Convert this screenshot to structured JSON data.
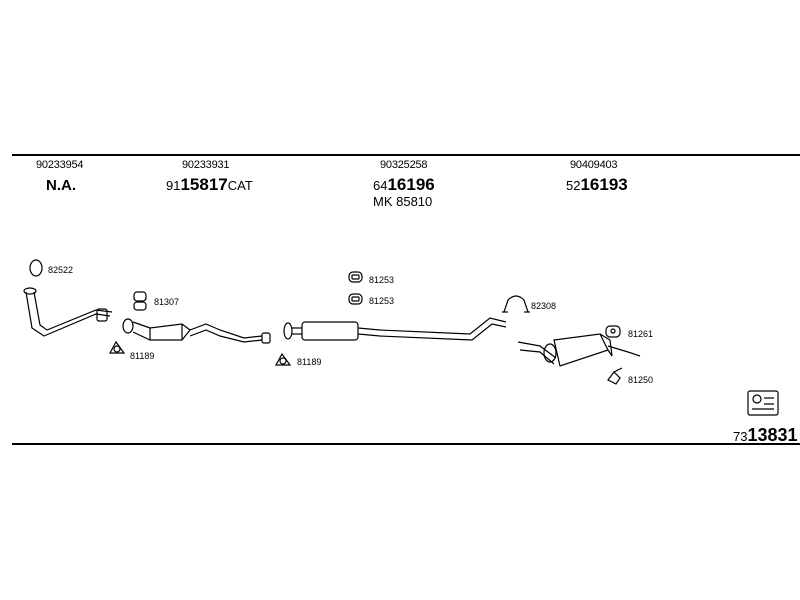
{
  "header": {
    "col1": {
      "oe": "90233954",
      "part": "N.A."
    },
    "col2": {
      "oe": "90233931",
      "part_prefix": "91",
      "part_main": "15817",
      "part_suffix": "CAT"
    },
    "col3": {
      "oe": "90325258",
      "part_prefix": "64",
      "part_main": "16196",
      "mk": "MK  85810"
    },
    "col4": {
      "oe": "90409403",
      "part_prefix": "52",
      "part_main": "16193"
    }
  },
  "labels": {
    "gasket_front": "82522",
    "bracket_81307": "81307",
    "flange_81189_a": "81189",
    "flange_81189_b": "81189",
    "rubber_81253_a": "81253",
    "rubber_81253_b": "81253",
    "clamp_82308": "82308",
    "rubber_81261": "81261",
    "hanger_81250": "81250"
  },
  "kit": {
    "prefix": "73",
    "main": "13831"
  },
  "icons": [
    "gasket-icon",
    "rubber-mount-icon",
    "clamp-icon",
    "flange-icon",
    "kit-box-icon"
  ]
}
